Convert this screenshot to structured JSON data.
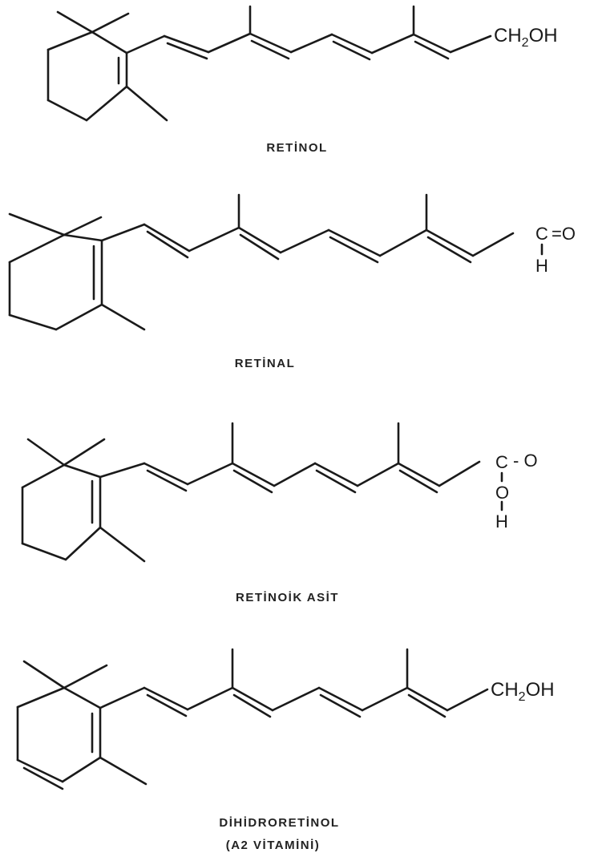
{
  "molecules": [
    {
      "name": "RETİNOL",
      "group": "CH2OH"
    },
    {
      "name": "RETİNAL",
      "group": "C=O / H"
    },
    {
      "name": "RETİNOİK ASİT",
      "group": "C-O / O / H"
    },
    {
      "name": "DİHİDRORETİNOL",
      "name_line2": "(A2 VİTAMİNİ)",
      "group": "CH2OH"
    }
  ],
  "labels": {
    "ch2oh_1": "CH",
    "ch2oh_1_sub": "2",
    "ch2oh_1_oh": "OH",
    "ald_c": "C",
    "ald_eq_o": "=O",
    "ald_h": "H",
    "acid_c": "C",
    "acid_dash_o": "- O",
    "acid_o": "O",
    "acid_h": "H",
    "ch2oh_4": "CH",
    "ch2oh_4_sub": "2",
    "ch2oh_4_oh": "OH"
  }
}
